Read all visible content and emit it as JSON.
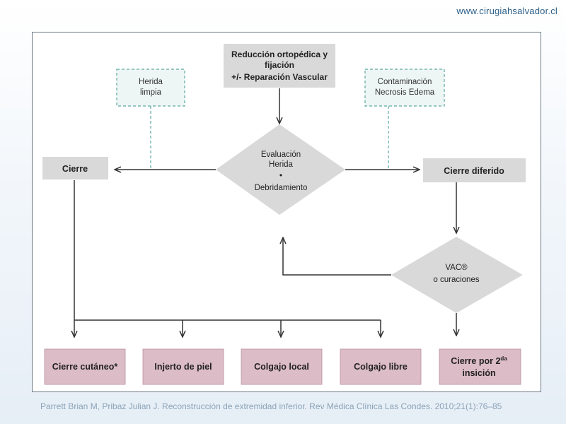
{
  "header": {
    "site_url": "www.cirugiahsalvador.cl"
  },
  "diagram": {
    "top_box": {
      "line1": "Reducción ortopédica y",
      "line2": "fijación",
      "line3": "+/- Reparación Vascular"
    },
    "note_left": {
      "line1": "Herida",
      "line2": "limpia"
    },
    "note_right": {
      "line1": "Contaminación",
      "line2": "Necrosis Edema"
    },
    "decision_center": {
      "line1": "Evaluación",
      "line2": "Herida",
      "bullet": "•",
      "line3": "Debridamiento"
    },
    "left_box": "Cierre",
    "right_box": "Cierre diferido",
    "decision_vac": {
      "line1": "VAC®",
      "line2": "o curaciones"
    },
    "outcomes": {
      "o1": "Cierre cutáneo*",
      "o2": "Injerto de piel",
      "o3": "Colgajo local",
      "o4": "Colgajo libre",
      "o5_pre": "Cierre por 2",
      "o5_sup": "da",
      "o5_line2": "insición"
    }
  },
  "footer": {
    "citation": "Parrett Brian M, Pribaz Julian J. Reconstrucción de extremidad inferior. Rev Médica Clínica Las Condes. 2010;21(1):76–85"
  },
  "colors": {
    "box_gray": "#d9d9d9",
    "outcome_pink": "#dcbcc6",
    "note_fill": "#eef6f5",
    "note_border": "#5aa8a0",
    "line": "#333333"
  }
}
